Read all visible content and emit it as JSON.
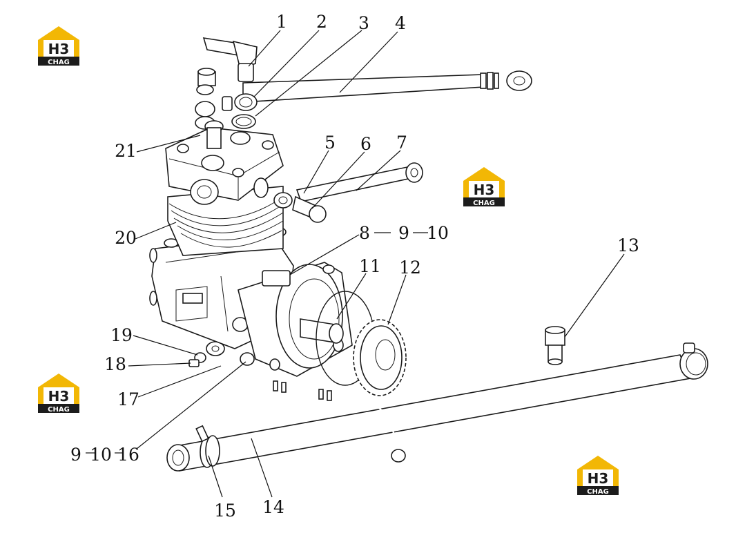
{
  "diagram": {
    "callouts": [
      {
        "id": "c1",
        "label": "1"
      },
      {
        "id": "c2",
        "label": "2"
      },
      {
        "id": "c3",
        "label": "3"
      },
      {
        "id": "c4",
        "label": "4"
      },
      {
        "id": "c5",
        "label": "5"
      },
      {
        "id": "c6",
        "label": "6"
      },
      {
        "id": "c7",
        "label": "7"
      },
      {
        "id": "c8",
        "label": "8"
      },
      {
        "id": "c9a",
        "label": "9"
      },
      {
        "id": "c10a",
        "label": "10"
      },
      {
        "id": "c11",
        "label": "11"
      },
      {
        "id": "c12",
        "label": "12"
      },
      {
        "id": "c13",
        "label": "13"
      },
      {
        "id": "c14",
        "label": "14"
      },
      {
        "id": "c15",
        "label": "15"
      },
      {
        "id": "c9b",
        "label": "9"
      },
      {
        "id": "c10b",
        "label": "10"
      },
      {
        "id": "c16",
        "label": "16"
      },
      {
        "id": "c17",
        "label": "17"
      },
      {
        "id": "c18",
        "label": "18"
      },
      {
        "id": "c19",
        "label": "19"
      },
      {
        "id": "c20",
        "label": "20"
      },
      {
        "id": "c21",
        "label": "21"
      }
    ]
  },
  "watermark": {
    "brand_top": "H3",
    "brand_bottom": "CHAG",
    "colors": {
      "gold": "#f2b705",
      "dark": "#1c1c1c",
      "white": "#ffffff"
    }
  }
}
